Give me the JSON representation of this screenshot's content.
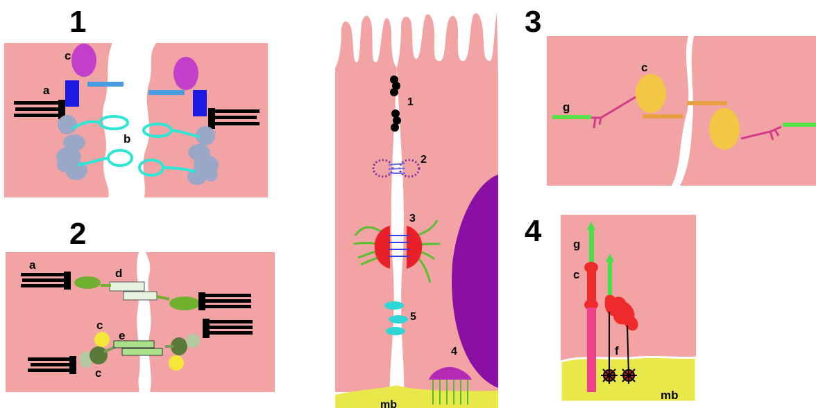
{
  "panels": {
    "p1": {
      "number": "1",
      "labels": {
        "a": "a",
        "b": "b",
        "c": "c"
      }
    },
    "p2": {
      "number": "2",
      "labels": {
        "a": "a",
        "c1": "c",
        "c2": "c",
        "d": "d",
        "e": "e"
      }
    },
    "p3": {
      "number": "3",
      "labels": {
        "c": "c",
        "g": "g"
      }
    },
    "p4": {
      "number": "4",
      "labels": {
        "c": "c",
        "f": "f",
        "g": "g",
        "mb": "mb"
      }
    }
  },
  "center": {
    "junction_labels": [
      "1",
      "2",
      "3",
      "5",
      "4"
    ],
    "mb": "mb"
  },
  "colors": {
    "cell": "#f2a3a3",
    "cyan": "#2ee6d6",
    "membrane": "#e8e84a",
    "nucleus": "#8a0fa3"
  }
}
